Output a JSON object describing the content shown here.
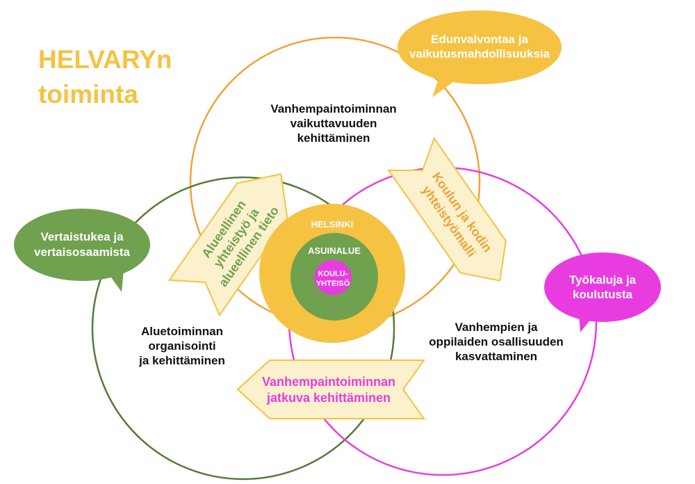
{
  "colors": {
    "orange": "#f0a23c",
    "yellow": "#f5c242",
    "green": "#70a14f",
    "dark_green": "#557a37",
    "magenta": "#e83ce0",
    "cream": "#fbf1cc",
    "arrow_border": "#f5c242"
  },
  "title": {
    "line1": "HELVARYn",
    "line2": "toiminta"
  },
  "circles": {
    "top": {
      "line1": "Vanhempaintoiminnan",
      "line2": "vaikuttavuuden",
      "line3": "kehittäminen"
    },
    "left": {
      "line1": "Aluetoiminnan",
      "line2": "organisointi",
      "line3": "ja kehittäminen"
    },
    "right": {
      "line1": "Vanhempien ja",
      "line2": "oppilaiden osallisuuden",
      "line3": "kasvattaminen"
    }
  },
  "bubbles": {
    "top_right": {
      "line1": "Edunvalvontaa ja",
      "line2": "vaikutusmahdollisuuksia"
    },
    "left": {
      "line1": "Vertaistukea ja",
      "line2": "vertaisosaamista"
    },
    "right": {
      "line1": "Työkaluja ja",
      "line2": "koulutusta"
    }
  },
  "arrows": {
    "left_up": {
      "line1": "Alueellinen",
      "line2": "yhteistyö ja",
      "line3": "alueellinen tieto"
    },
    "right_down": {
      "line1": "Koulun ja kodin",
      "line2": "yhteistyömalli"
    },
    "bottom_left": {
      "line1": "Vanhempaintoiminnan",
      "line2": "jatkuva kehittäminen"
    }
  },
  "core": {
    "outer": "HELSINKI",
    "middle": "ASUINALUE",
    "inner_line1": "KOULU-",
    "inner_line2": "YHTEISÖ"
  }
}
